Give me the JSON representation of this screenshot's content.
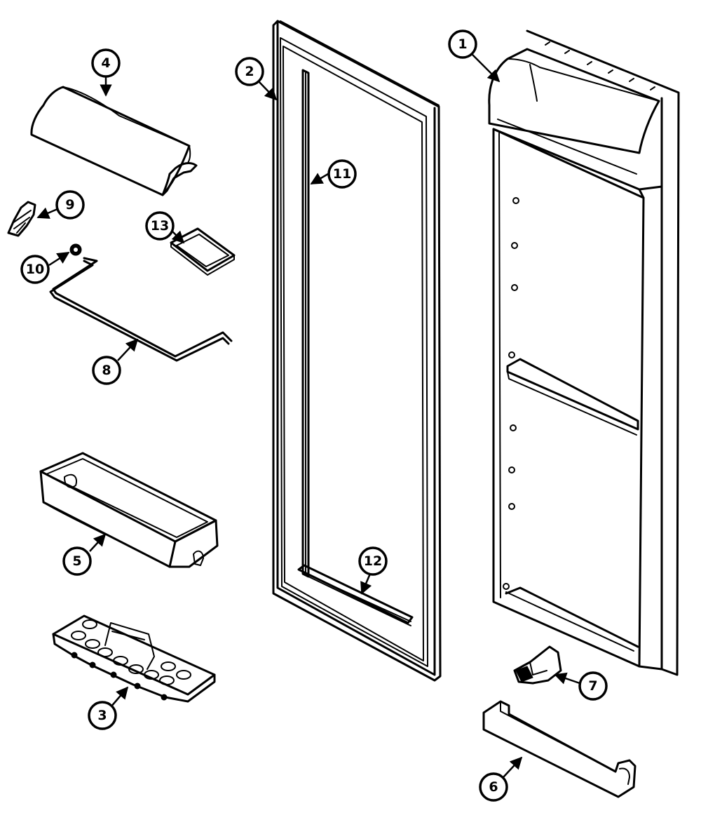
{
  "colors": {
    "ink": "#000000",
    "background": "#ffffff"
  },
  "callouts": [
    {
      "id": "1",
      "label": "1"
    },
    {
      "id": "2",
      "label": "2"
    },
    {
      "id": "3",
      "label": "3"
    },
    {
      "id": "4",
      "label": "4"
    },
    {
      "id": "5",
      "label": "5"
    },
    {
      "id": "6",
      "label": "6"
    },
    {
      "id": "7",
      "label": "7"
    },
    {
      "id": "8",
      "label": "8"
    },
    {
      "id": "9",
      "label": "9"
    },
    {
      "id": "10",
      "label": "10"
    },
    {
      "id": "11",
      "label": "11"
    },
    {
      "id": "12",
      "label": "12"
    },
    {
      "id": "13",
      "label": "13"
    }
  ]
}
